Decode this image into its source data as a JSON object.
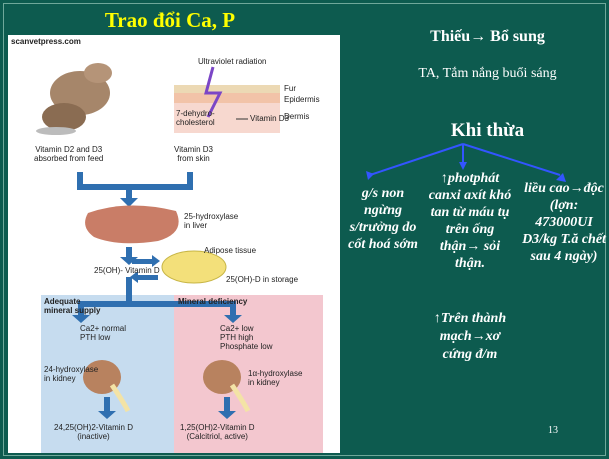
{
  "slide": {
    "title": "Trao đổi Ca, P",
    "page_number": "13"
  },
  "right": {
    "deficiency_heading": "Thiếu→ Bổ sung",
    "deficiency_text": "TA, Tắm nắng buổi sáng",
    "excess_heading": "Khi thừa",
    "col1": "g/s non ngừng s/trưởng do cốt hoá sớm",
    "col2": "↑photphát canxi axít khó tan từ máu tụ trên ống thận→ sỏi thận.",
    "col2b": "↑Trên thành mạch→xơ cứng đ/m",
    "col3": "liều cao→độc (lợn: 473000UI D3/kg T.ă chết sau 4 ngày)"
  },
  "diagram": {
    "source": "scanvetpress.com",
    "uv": "Ultraviolet radiation",
    "fur": "Fur",
    "epidermis": "Epidermis",
    "dermis": "Dermis",
    "dehydro": "7-dehydro-\ncholesterol",
    "vitd3_skin_conv": "Vitamin D3",
    "vit_feed": "Vitamin D2 and D3\nabsorbed from feed",
    "vit_skin": "Vitamin D3\nfrom skin",
    "liver_enzyme": "25-hydroxylase\nin liver",
    "oh_vitd": "25(OH)- Vitamin D",
    "adipose": "Adipose tissue",
    "storage": "25(OH)-D in storage",
    "adequate": "Adequate\nmineral supply",
    "deficiency": "Mineral deficiency",
    "ca_normal": "Ca2+ normal\nPTH low",
    "ca_low": "Ca2+ low\nPTH high\nPhosphate low",
    "kidney24": "24-hydroxylase\nin kidney",
    "kidney1a": "1α-hydroxylase\nin kidney",
    "inactive": "24,25(OH)2-Vitamin D\n(inactive)",
    "active": "1,25(OH)2-Vitamin D\n(Calcitriol, active)"
  },
  "colors": {
    "background": "#0d5b4f",
    "title": "#ffff00",
    "arrow_blue": "#2f6fb0",
    "connector": "#3355ff"
  }
}
